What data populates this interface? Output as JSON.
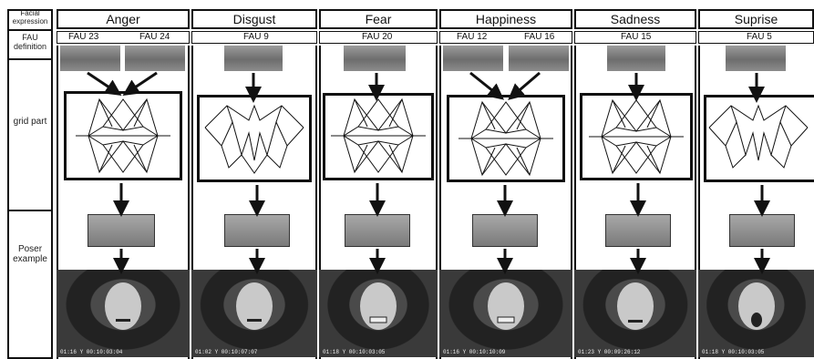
{
  "row_labels": {
    "facial_expression": "Facial expression",
    "fau_definition": "FAU definition",
    "grid_part": "grid part",
    "poser_example": "Poser example"
  },
  "columns": [
    {
      "name": "Anger",
      "faus": [
        "FAU 23",
        "FAU 24"
      ],
      "stamp": "01:16 Y 00:10:03:04"
    },
    {
      "name": "Disgust",
      "faus": [
        "FAU 9"
      ],
      "stamp": "01:02 Y 00:10:07:07"
    },
    {
      "name": "Fear",
      "faus": [
        "FAU 20"
      ],
      "stamp": "01:18 Y 00:10:03:05"
    },
    {
      "name": "Happiness",
      "faus": [
        "FAU 12",
        "FAU 16"
      ],
      "stamp": "01:16 Y 00:10:10:09"
    },
    {
      "name": "Sadness",
      "faus": [
        "FAU 15"
      ],
      "stamp": "01:23 Y 00:09:26:12"
    },
    {
      "name": "Suprise",
      "faus": [
        "FAU 5"
      ],
      "stamp": "01:18 Y 00:10:03:05"
    }
  ],
  "colors": {
    "ink": "#111111",
    "paper": "#ffffff",
    "photo_dark": "#222222"
  }
}
